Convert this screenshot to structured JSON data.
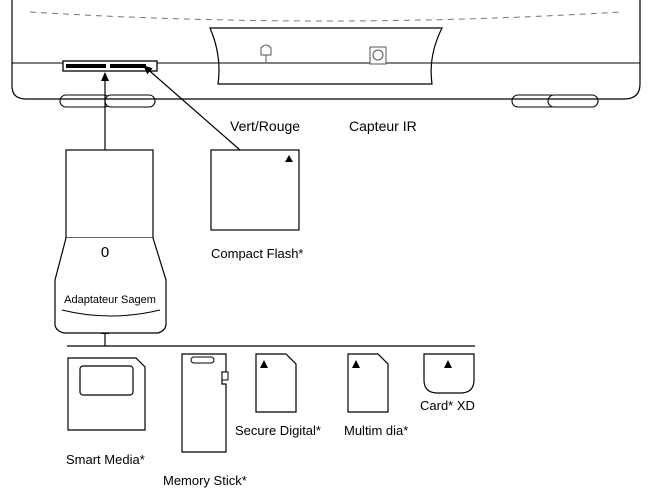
{
  "device": {
    "led_label": "Vert/Rouge",
    "ir_label": "Capteur IR"
  },
  "adapter": {
    "label": "Adaptateur Sagem",
    "mark": "0"
  },
  "cards": {
    "compact_flash": "Compact Flash*",
    "smart_media": "Smart Media*",
    "memory_stick": "Memory Stick*",
    "secure_digital": "Secure Digital*",
    "multimedia": "Multim dia*",
    "xd": "Card* XD"
  }
}
